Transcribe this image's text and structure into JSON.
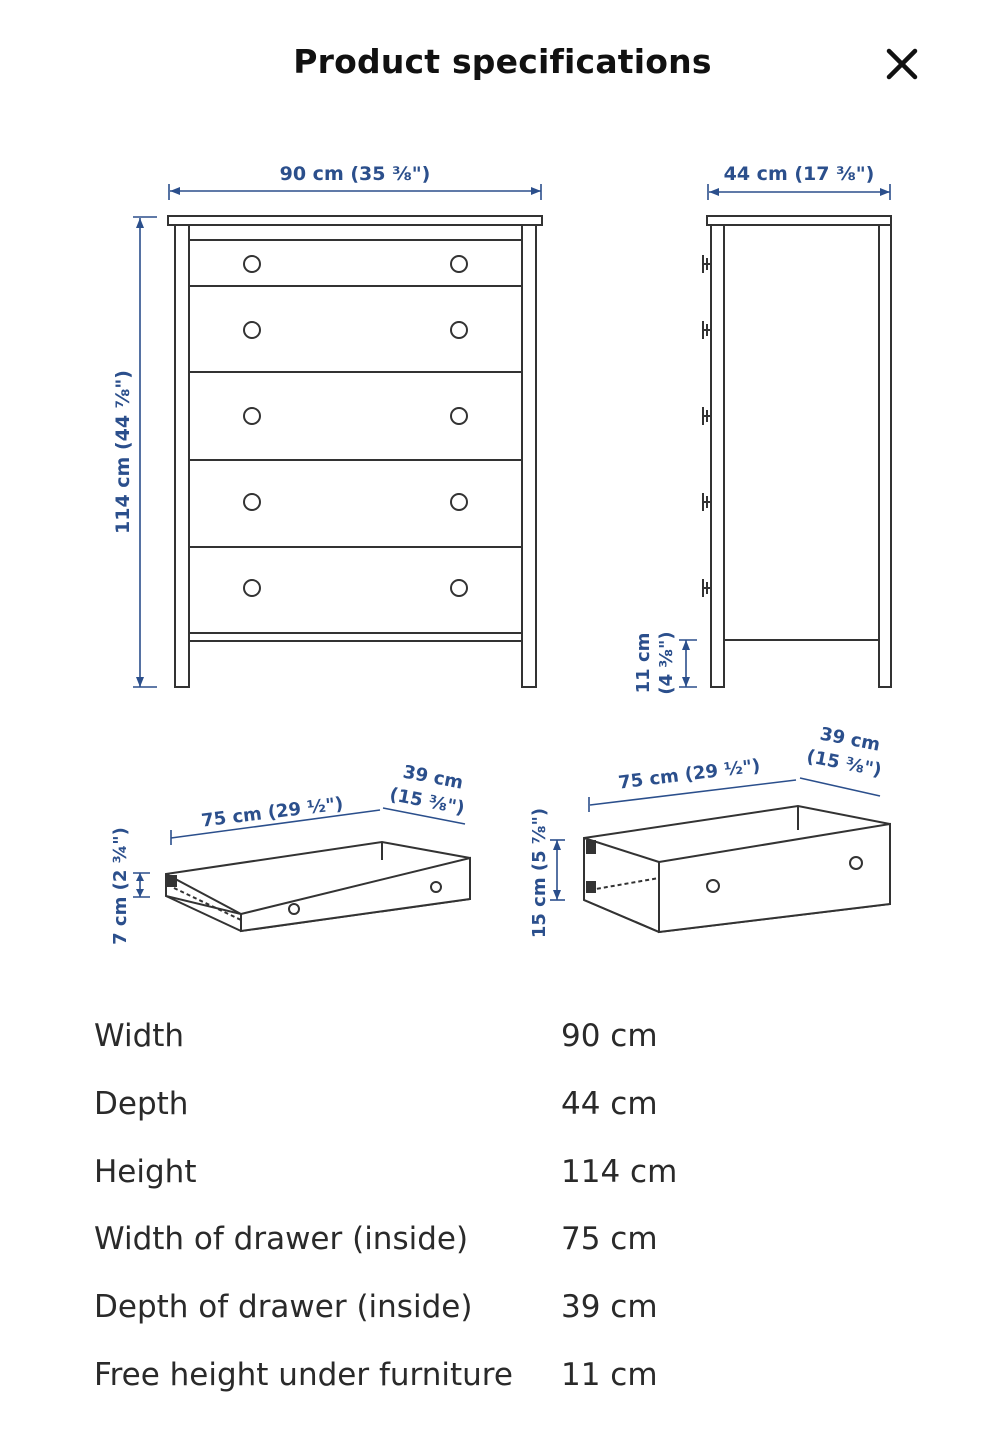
{
  "header": {
    "title": "Product specifications",
    "close_icon": "close-icon"
  },
  "diagram": {
    "front": {
      "width_label": "90 cm (35 ⅜\")",
      "height_label": "114 cm (44 ⅞\")"
    },
    "side": {
      "depth_label": "44 cm (17 ⅜\")",
      "clearance_label_1": "11 cm",
      "clearance_label_2": "(4 ⅜\")"
    },
    "small_drawer": {
      "width_label": "75 cm (29 ½\")",
      "depth_label_1": "39 cm",
      "depth_label_2": "(15 ⅜\")",
      "height_label": "7 cm (2 ¾\")"
    },
    "large_drawer": {
      "width_label": "75 cm (29 ½\")",
      "depth_label_1": "39 cm",
      "depth_label_2": "(15 ⅜\")",
      "height_label": "15 cm (5 ⅞\")"
    },
    "colors": {
      "dimension": "#2b4f8c",
      "outline": "#333333"
    }
  },
  "specs": [
    {
      "label": "Width",
      "value": "90 cm"
    },
    {
      "label": "Depth",
      "value": "44 cm"
    },
    {
      "label": "Height",
      "value": "114 cm"
    },
    {
      "label": "Width of drawer (inside)",
      "value": "75 cm"
    },
    {
      "label": "Depth of drawer (inside)",
      "value": "39 cm"
    },
    {
      "label": "Free height under furniture",
      "value": "11 cm"
    }
  ]
}
